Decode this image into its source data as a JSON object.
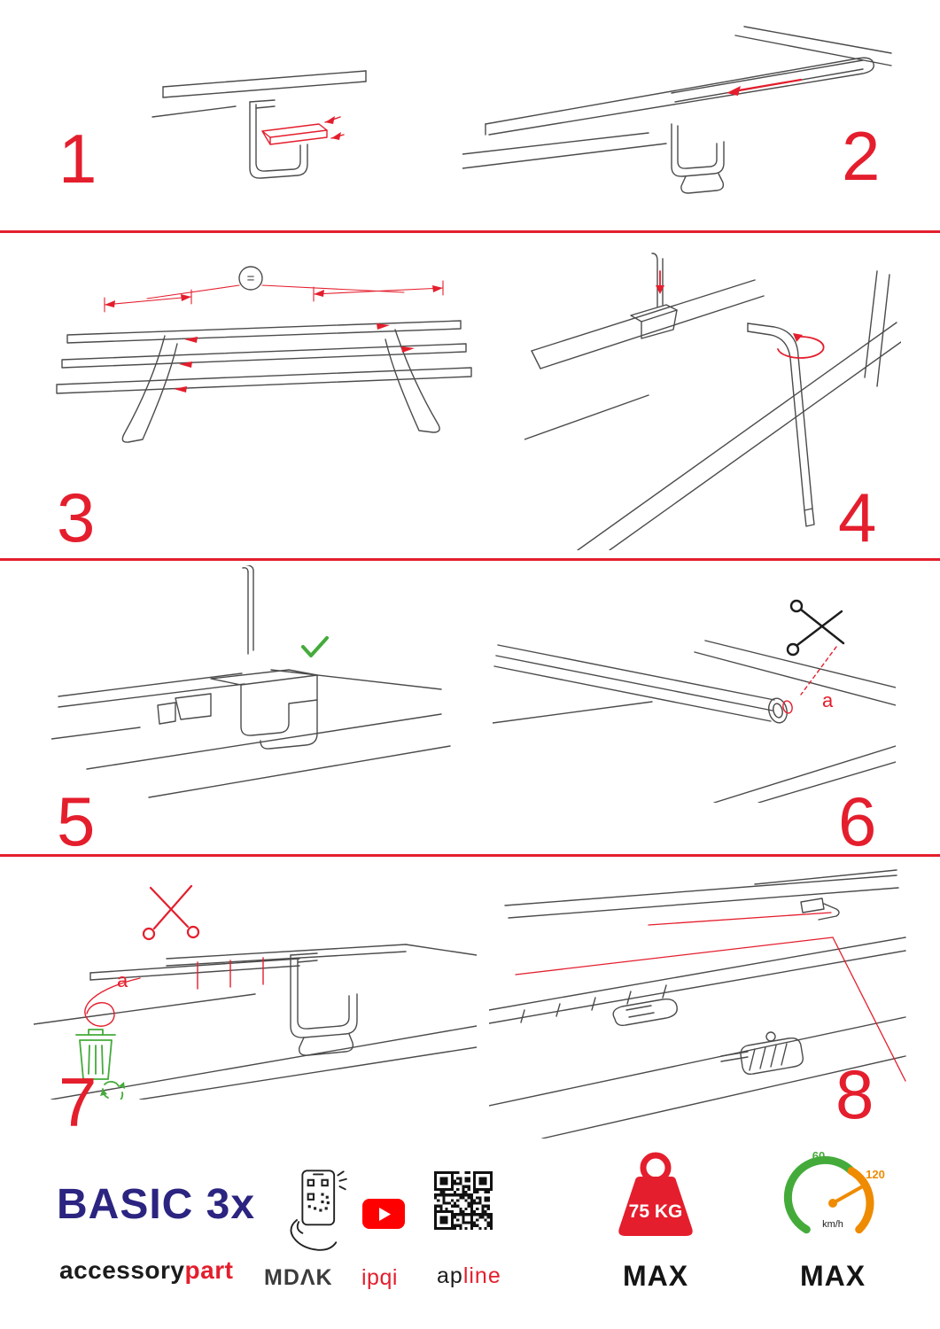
{
  "colors": {
    "red": "#e41e2d",
    "navy": "#2b2480",
    "green": "#44ab3b",
    "orange": "#ef8b00",
    "youtube": "#ff0000"
  },
  "steps": [
    {
      "number": "1"
    },
    {
      "number": "2"
    },
    {
      "number": "3"
    },
    {
      "number": "4"
    },
    {
      "number": "5"
    },
    {
      "number": "6",
      "label_a": "a"
    },
    {
      "number": "7",
      "label_a": "a"
    },
    {
      "number": "8"
    }
  ],
  "step3": {
    "equal_label": "="
  },
  "footer": {
    "product_name": "BASIC 3x",
    "brand_part1": "accessory",
    "brand_part2": "part",
    "app_store_label": "MDΛK",
    "youtube_label": "ipqi",
    "qr_label_part1": "ap",
    "qr_label_part2": "line",
    "weight_value": "75 KG",
    "weight_max_label": "MAX",
    "speed_tick_low": "60",
    "speed_tick_high": "120",
    "speed_unit": "km/h",
    "speed_max_label": "MAX"
  }
}
